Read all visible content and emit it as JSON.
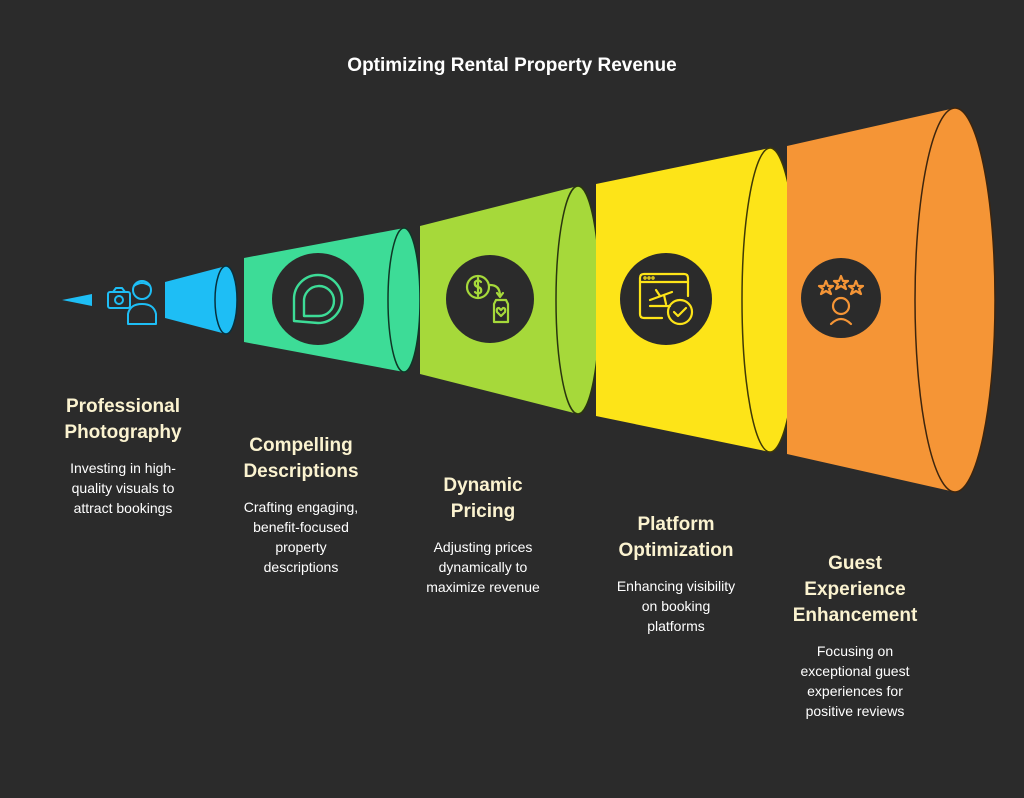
{
  "title": "Optimizing Rental Property Revenue",
  "stages": [
    {
      "title": "Professional\nPhotography",
      "description": "Investing in high-\nquality visuals to\nattract bookings",
      "icon": "camera-photographer-icon",
      "color": "#1ebef5"
    },
    {
      "title": "Compelling\nDescriptions",
      "description": "Crafting engaging,\nbenefit-focused\nproperty\ndescriptions",
      "icon": "chat-bubbles-icon",
      "color": "#3ddc97"
    },
    {
      "title": "Dynamic\nPricing",
      "description": "Adjusting prices\ndynamically to\nmaximize revenue",
      "icon": "dollar-price-tag-icon",
      "color": "#a6d93a"
    },
    {
      "title": "Platform\nOptimization",
      "description": "Enhancing visibility\non booking\nplatforms",
      "icon": "browser-plane-check-icon",
      "color": "#fde418"
    },
    {
      "title": "Guest\nExperience\nEnhancement",
      "description": "Focusing on\nexceptional guest\nexperiences for\npositive reviews",
      "icon": "stars-guest-icon",
      "color": "#f59536"
    }
  ]
}
